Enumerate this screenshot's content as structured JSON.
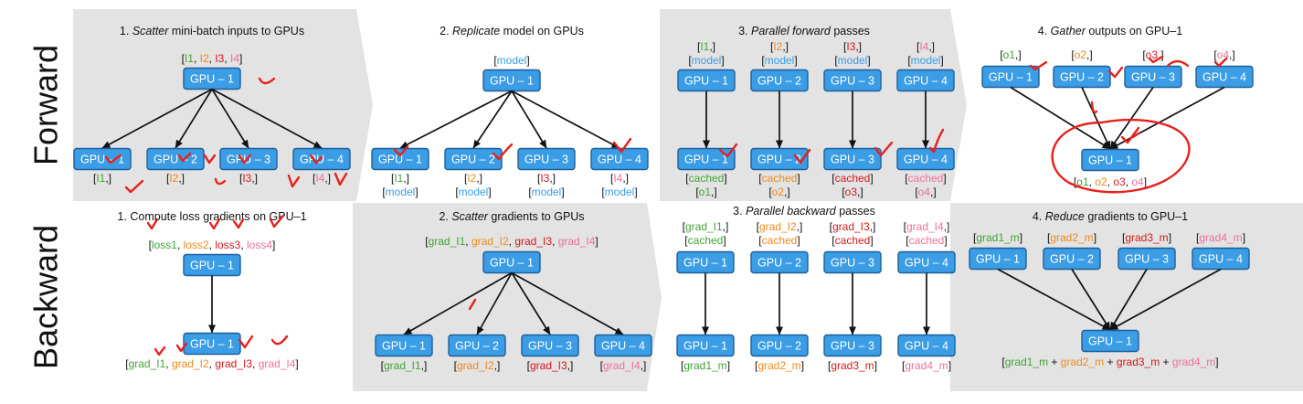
{
  "colors": {
    "green": "#3fa535",
    "orange": "#ee8a1c",
    "red": "#d4181f",
    "pink": "#ee6f9f",
    "blue": "#3a9de5",
    "black": "#111111",
    "panel": "#e3e3e3",
    "pen": "#e8201c"
  },
  "row_labels": {
    "forward": "Forward",
    "backward": "Backward"
  },
  "gpu_labels": [
    "GPU – 1",
    "GPU – 2",
    "GPU – 3",
    "GPU – 4"
  ],
  "forward": {
    "panel1": {
      "title_num": "1.",
      "title_em": "Scatter",
      "title_rest": "mini-batch inputs to GPUs",
      "top_label": [
        {
          "t": "[",
          "c": "black"
        },
        {
          "t": "I1",
          "c": "green"
        },
        {
          "t": ", ",
          "c": "black"
        },
        {
          "t": "I2",
          "c": "orange"
        },
        {
          "t": ", ",
          "c": "black"
        },
        {
          "t": "I3",
          "c": "red"
        },
        {
          "t": ", ",
          "c": "black"
        },
        {
          "t": "I4",
          "c": "pink"
        },
        {
          "t": "]",
          "c": "black"
        }
      ],
      "bottom_labels": [
        [
          {
            "t": "[",
            "c": "black"
          },
          {
            "t": "I1",
            "c": "green"
          },
          {
            "t": ",]",
            "c": "black"
          }
        ],
        [
          {
            "t": "[",
            "c": "black"
          },
          {
            "t": "I2",
            "c": "orange"
          },
          {
            "t": ",]",
            "c": "black"
          }
        ],
        [
          {
            "t": "[",
            "c": "black"
          },
          {
            "t": "I3",
            "c": "red"
          },
          {
            "t": ",]",
            "c": "black"
          }
        ],
        [
          {
            "t": "[",
            "c": "black"
          },
          {
            "t": "I4",
            "c": "pink"
          },
          {
            "t": ",]",
            "c": "black"
          }
        ]
      ]
    },
    "panel2": {
      "title_num": "2.",
      "title_em": "Replicate",
      "title_rest": "model on GPUs",
      "top_label": [
        {
          "t": "[",
          "c": "black"
        },
        {
          "t": "model",
          "c": "blue"
        },
        {
          "t": "]",
          "c": "black"
        }
      ],
      "bottom_labels": [
        [
          [
            {
              "t": "[",
              "c": "black"
            },
            {
              "t": "I1",
              "c": "green"
            },
            {
              "t": ",]",
              "c": "black"
            }
          ],
          [
            {
              "t": "[",
              "c": "black"
            },
            {
              "t": "model",
              "c": "blue"
            },
            {
              "t": "]",
              "c": "black"
            }
          ]
        ],
        [
          [
            {
              "t": "[",
              "c": "black"
            },
            {
              "t": "I2",
              "c": "orange"
            },
            {
              "t": ",]",
              "c": "black"
            }
          ],
          [
            {
              "t": "[",
              "c": "black"
            },
            {
              "t": "model",
              "c": "blue"
            },
            {
              "t": "]",
              "c": "black"
            }
          ]
        ],
        [
          [
            {
              "t": "[",
              "c": "black"
            },
            {
              "t": "I3",
              "c": "red"
            },
            {
              "t": ",]",
              "c": "black"
            }
          ],
          [
            {
              "t": "[",
              "c": "black"
            },
            {
              "t": "model",
              "c": "blue"
            },
            {
              "t": "]",
              "c": "black"
            }
          ]
        ],
        [
          [
            {
              "t": "[",
              "c": "black"
            },
            {
              "t": "I4",
              "c": "pink"
            },
            {
              "t": ",]",
              "c": "black"
            }
          ],
          [
            {
              "t": "[",
              "c": "black"
            },
            {
              "t": "model",
              "c": "blue"
            },
            {
              "t": "]",
              "c": "black"
            }
          ]
        ]
      ]
    },
    "panel3": {
      "title_num": "3.",
      "title_em": "Parallel forward",
      "title_rest": "passes",
      "top_labels": [
        [
          [
            {
              "t": "[",
              "c": "black"
            },
            {
              "t": "I1",
              "c": "green"
            },
            {
              "t": ",]",
              "c": "black"
            }
          ],
          [
            {
              "t": "[",
              "c": "black"
            },
            {
              "t": "model",
              "c": "blue"
            },
            {
              "t": "]",
              "c": "black"
            }
          ]
        ],
        [
          [
            {
              "t": "[",
              "c": "black"
            },
            {
              "t": "I2",
              "c": "orange"
            },
            {
              "t": ",]",
              "c": "black"
            }
          ],
          [
            {
              "t": "[",
              "c": "black"
            },
            {
              "t": "model",
              "c": "blue"
            },
            {
              "t": "]",
              "c": "black"
            }
          ]
        ],
        [
          [
            {
              "t": "[",
              "c": "black"
            },
            {
              "t": "I3",
              "c": "red"
            },
            {
              "t": ",]",
              "c": "black"
            }
          ],
          [
            {
              "t": "[",
              "c": "black"
            },
            {
              "t": "model",
              "c": "blue"
            },
            {
              "t": "]",
              "c": "black"
            }
          ]
        ],
        [
          [
            {
              "t": "[",
              "c": "black"
            },
            {
              "t": "I4",
              "c": "pink"
            },
            {
              "t": ",]",
              "c": "black"
            }
          ],
          [
            {
              "t": "[",
              "c": "black"
            },
            {
              "t": "model",
              "c": "blue"
            },
            {
              "t": "]",
              "c": "black"
            }
          ]
        ]
      ],
      "bottom_labels": [
        [
          [
            {
              "t": "[",
              "c": "black"
            },
            {
              "t": "cached",
              "c": "green"
            },
            {
              "t": "]",
              "c": "black"
            }
          ],
          [
            {
              "t": "[",
              "c": "black"
            },
            {
              "t": "o1",
              "c": "green"
            },
            {
              "t": ",]",
              "c": "black"
            }
          ]
        ],
        [
          [
            {
              "t": "[",
              "c": "black"
            },
            {
              "t": "cached",
              "c": "orange"
            },
            {
              "t": "]",
              "c": "black"
            }
          ],
          [
            {
              "t": "[",
              "c": "black"
            },
            {
              "t": "o2",
              "c": "orange"
            },
            {
              "t": ",]",
              "c": "black"
            }
          ]
        ],
        [
          [
            {
              "t": "[",
              "c": "black"
            },
            {
              "t": "cached",
              "c": "red"
            },
            {
              "t": "]",
              "c": "black"
            }
          ],
          [
            {
              "t": "[",
              "c": "black"
            },
            {
              "t": "o3",
              "c": "red"
            },
            {
              "t": ",]",
              "c": "black"
            }
          ]
        ],
        [
          [
            {
              "t": "[",
              "c": "black"
            },
            {
              "t": "cached",
              "c": "pink"
            },
            {
              "t": "]",
              "c": "black"
            }
          ],
          [
            {
              "t": "[",
              "c": "black"
            },
            {
              "t": "o4",
              "c": "pink"
            },
            {
              "t": ",]",
              "c": "black"
            }
          ]
        ]
      ]
    },
    "panel4": {
      "title_num": "4.",
      "title_em": "Gather",
      "title_rest": "outputs on GPU–1",
      "top_labels": [
        [
          {
            "t": "[",
            "c": "black"
          },
          {
            "t": "o1",
            "c": "green"
          },
          {
            "t": ",]",
            "c": "black"
          }
        ],
        [
          {
            "t": "[",
            "c": "black"
          },
          {
            "t": "o2",
            "c": "orange"
          },
          {
            "t": ",]",
            "c": "black"
          }
        ],
        [
          {
            "t": "[",
            "c": "black"
          },
          {
            "t": "o3",
            "c": "red"
          },
          {
            "t": ",]",
            "c": "black"
          }
        ],
        [
          {
            "t": "[",
            "c": "black"
          },
          {
            "t": "o4",
            "c": "pink"
          },
          {
            "t": ",]",
            "c": "black"
          }
        ]
      ],
      "bottom_label": [
        {
          "t": "[",
          "c": "black"
        },
        {
          "t": "o1",
          "c": "green"
        },
        {
          "t": ", ",
          "c": "black"
        },
        {
          "t": "o2",
          "c": "orange"
        },
        {
          "t": ", ",
          "c": "black"
        },
        {
          "t": "o3",
          "c": "red"
        },
        {
          "t": ", ",
          "c": "black"
        },
        {
          "t": "o4",
          "c": "pink"
        },
        {
          "t": "]",
          "c": "black"
        }
      ]
    }
  },
  "backward": {
    "panel1": {
      "title_num": "1.",
      "title_em": "",
      "title_rest": "Compute loss gradients on GPU–1",
      "top_label": [
        {
          "t": "[",
          "c": "black"
        },
        {
          "t": "loss1",
          "c": "green"
        },
        {
          "t": ", ",
          "c": "black"
        },
        {
          "t": "loss2",
          "c": "orange"
        },
        {
          "t": ", ",
          "c": "black"
        },
        {
          "t": "loss3",
          "c": "red"
        },
        {
          "t": ", ",
          "c": "black"
        },
        {
          "t": "loss4",
          "c": "pink"
        },
        {
          "t": "]",
          "c": "black"
        }
      ],
      "bottom_label": [
        {
          "t": "[",
          "c": "black"
        },
        {
          "t": "grad_I1",
          "c": "green"
        },
        {
          "t": ", ",
          "c": "black"
        },
        {
          "t": "grad_I2",
          "c": "orange"
        },
        {
          "t": ", ",
          "c": "black"
        },
        {
          "t": "grad_I3",
          "c": "red"
        },
        {
          "t": ", ",
          "c": "black"
        },
        {
          "t": "grad_I4",
          "c": "pink"
        },
        {
          "t": "]",
          "c": "black"
        }
      ]
    },
    "panel2": {
      "title_num": "2.",
      "title_em": "Scatter",
      "title_rest": "gradients to GPUs",
      "top_label": [
        {
          "t": "[",
          "c": "black"
        },
        {
          "t": "grad_I1",
          "c": "green"
        },
        {
          "t": ", ",
          "c": "black"
        },
        {
          "t": "grad_I2",
          "c": "orange"
        },
        {
          "t": ", ",
          "c": "black"
        },
        {
          "t": "grad_I3",
          "c": "red"
        },
        {
          "t": ", ",
          "c": "black"
        },
        {
          "t": "grad_I4",
          "c": "pink"
        },
        {
          "t": "]",
          "c": "black"
        }
      ],
      "bottom_labels": [
        [
          {
            "t": "[",
            "c": "black"
          },
          {
            "t": "grad_I1",
            "c": "green"
          },
          {
            "t": ",]",
            "c": "black"
          }
        ],
        [
          {
            "t": "[",
            "c": "black"
          },
          {
            "t": "grad_I2",
            "c": "orange"
          },
          {
            "t": ",]",
            "c": "black"
          }
        ],
        [
          {
            "t": "[",
            "c": "black"
          },
          {
            "t": "grad_I3",
            "c": "red"
          },
          {
            "t": ",]",
            "c": "black"
          }
        ],
        [
          {
            "t": "[",
            "c": "black"
          },
          {
            "t": "grad_I4",
            "c": "pink"
          },
          {
            "t": ",]",
            "c": "black"
          }
        ]
      ]
    },
    "panel3": {
      "title_num": "3.",
      "title_em": "Parallel backward",
      "title_rest": "passes",
      "top_labels": [
        [
          [
            {
              "t": "[",
              "c": "black"
            },
            {
              "t": "grad_I1",
              "c": "green"
            },
            {
              "t": ",]",
              "c": "black"
            }
          ],
          [
            {
              "t": "[",
              "c": "black"
            },
            {
              "t": "cached",
              "c": "green"
            },
            {
              "t": "]",
              "c": "black"
            }
          ]
        ],
        [
          [
            {
              "t": "[",
              "c": "black"
            },
            {
              "t": "grad_I2",
              "c": "orange"
            },
            {
              "t": ",]",
              "c": "black"
            }
          ],
          [
            {
              "t": "[",
              "c": "black"
            },
            {
              "t": "cached",
              "c": "orange"
            },
            {
              "t": "]",
              "c": "black"
            }
          ]
        ],
        [
          [
            {
              "t": "[",
              "c": "black"
            },
            {
              "t": "grad_I3",
              "c": "red"
            },
            {
              "t": ",]",
              "c": "black"
            }
          ],
          [
            {
              "t": "[",
              "c": "black"
            },
            {
              "t": "cached",
              "c": "red"
            },
            {
              "t": "]",
              "c": "black"
            }
          ]
        ],
        [
          [
            {
              "t": "[",
              "c": "black"
            },
            {
              "t": "grad_I4",
              "c": "pink"
            },
            {
              "t": ",]",
              "c": "black"
            }
          ],
          [
            {
              "t": "[",
              "c": "black"
            },
            {
              "t": "cached",
              "c": "pink"
            },
            {
              "t": "]",
              "c": "black"
            }
          ]
        ]
      ],
      "bottom_labels": [
        [
          {
            "t": "[",
            "c": "black"
          },
          {
            "t": "grad1_m",
            "c": "green"
          },
          {
            "t": "]",
            "c": "black"
          }
        ],
        [
          {
            "t": "[",
            "c": "black"
          },
          {
            "t": "grad2_m",
            "c": "orange"
          },
          {
            "t": "]",
            "c": "black"
          }
        ],
        [
          {
            "t": "[",
            "c": "black"
          },
          {
            "t": "grad3_m",
            "c": "red"
          },
          {
            "t": "]",
            "c": "black"
          }
        ],
        [
          {
            "t": "[",
            "c": "black"
          },
          {
            "t": "grad4_m",
            "c": "pink"
          },
          {
            "t": "]",
            "c": "black"
          }
        ]
      ]
    },
    "panel4": {
      "title_num": "4.",
      "title_em": "Reduce",
      "title_rest": "gradients to GPU–1",
      "top_labels": [
        [
          {
            "t": "[",
            "c": "black"
          },
          {
            "t": "grad1_m",
            "c": "green"
          },
          {
            "t": "]",
            "c": "black"
          }
        ],
        [
          {
            "t": "[",
            "c": "black"
          },
          {
            "t": "grad2_m",
            "c": "orange"
          },
          {
            "t": "]",
            "c": "black"
          }
        ],
        [
          {
            "t": "[",
            "c": "black"
          },
          {
            "t": "grad3_m",
            "c": "red"
          },
          {
            "t": "]",
            "c": "black"
          }
        ],
        [
          {
            "t": "[",
            "c": "black"
          },
          {
            "t": "grad4_m",
            "c": "pink"
          },
          {
            "t": "]",
            "c": "black"
          }
        ]
      ],
      "bottom_label": [
        {
          "t": "[",
          "c": "black"
        },
        {
          "t": "grad1_m",
          "c": "green"
        },
        {
          "t": " + ",
          "c": "black"
        },
        {
          "t": "grad2_m",
          "c": "orange"
        },
        {
          "t": " + ",
          "c": "black"
        },
        {
          "t": "grad3_m",
          "c": "red"
        },
        {
          "t": " + ",
          "c": "black"
        },
        {
          "t": "grad4_m",
          "c": "pink"
        },
        {
          "t": "]",
          "c": "black"
        }
      ]
    }
  }
}
